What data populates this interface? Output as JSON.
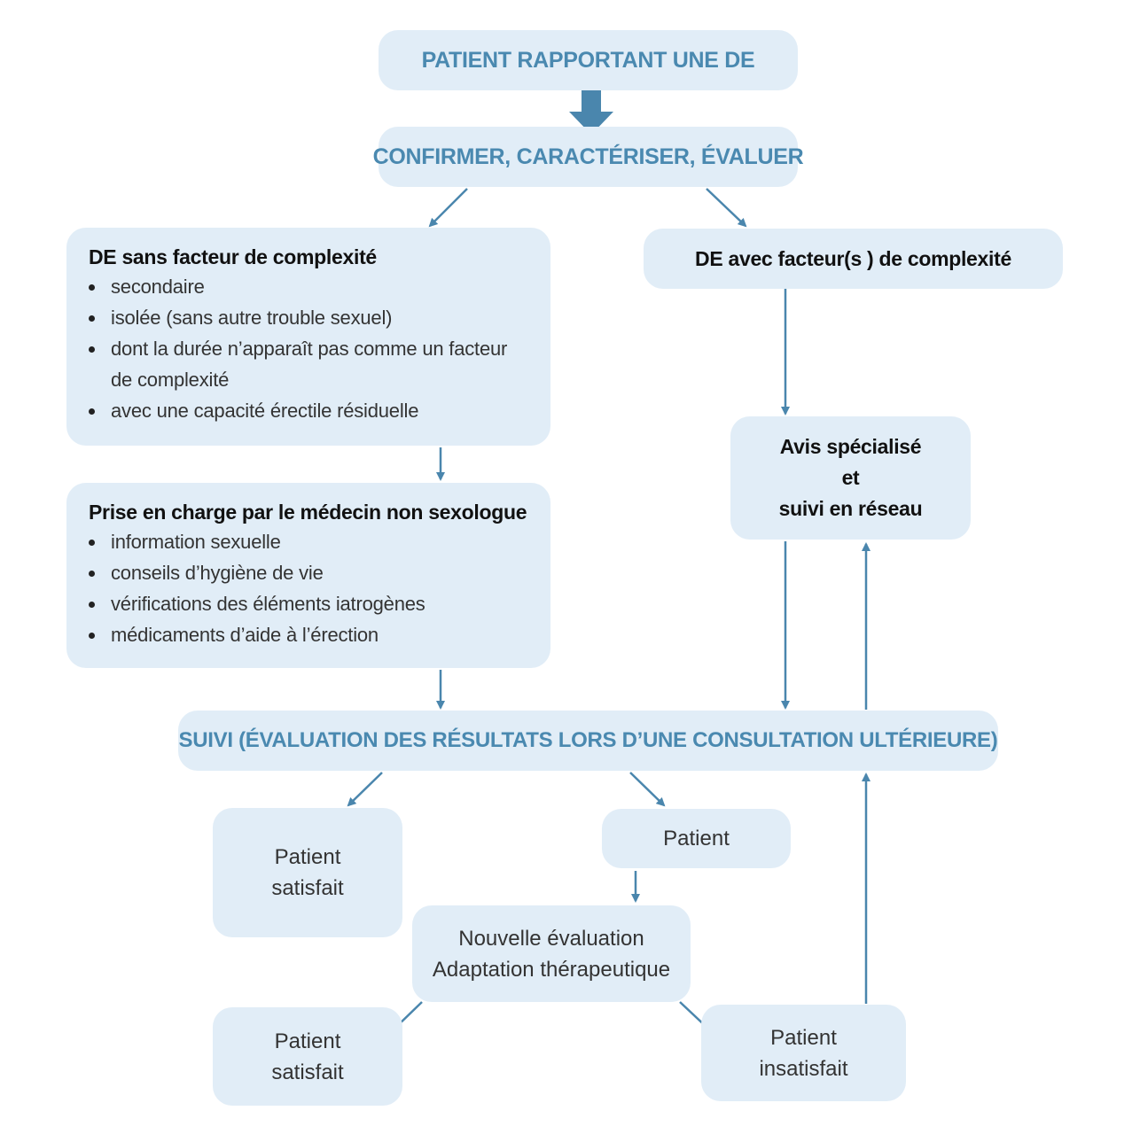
{
  "nodes": {
    "patient_de": "PATIENT RAPPORTANT UNE DE",
    "confirmer": "CONFIRMER, CARACTÉRISER, ÉVALUER",
    "sans_facteur": {
      "title": "DE sans facteur de complexité",
      "items": [
        "secondaire",
        "isolée (sans autre trouble sexuel)",
        "dont la durée n’apparaît pas comme un facteur de complexité",
        "avec une capacité érectile résiduelle"
      ]
    },
    "avec_facteur": "DE avec facteur(s ) de complexité",
    "prise_en_charge": {
      "title": "Prise en charge par le médecin non sexologue",
      "items": [
        "information sexuelle",
        "conseils d’hygiène de vie",
        "vérifications des éléments iatrogènes",
        "médicaments d’aide à l’érection"
      ]
    },
    "avis_specialise": [
      "Avis spécialisé",
      "et",
      "suivi en réseau"
    ],
    "suivi": "SUIVI (ÉVALUATION DES RÉSULTATS LORS D’UNE CONSULTATION ULTÉRIEURE)",
    "patient_satisfait_1": [
      "Patient",
      "satisfait"
    ],
    "patient": "Patient",
    "nouvelle_evaluation": [
      "Nouvelle évaluation",
      "Adaptation thérapeutique"
    ],
    "patient_satisfait_2": [
      "Patient",
      "satisfait"
    ],
    "patient_insatisfait": [
      "Patient",
      "insatisfait"
    ]
  },
  "colors": {
    "box_fill": "#e1edf7",
    "arrow": "#4a86ad",
    "title_blue": "#4a89b0"
  }
}
